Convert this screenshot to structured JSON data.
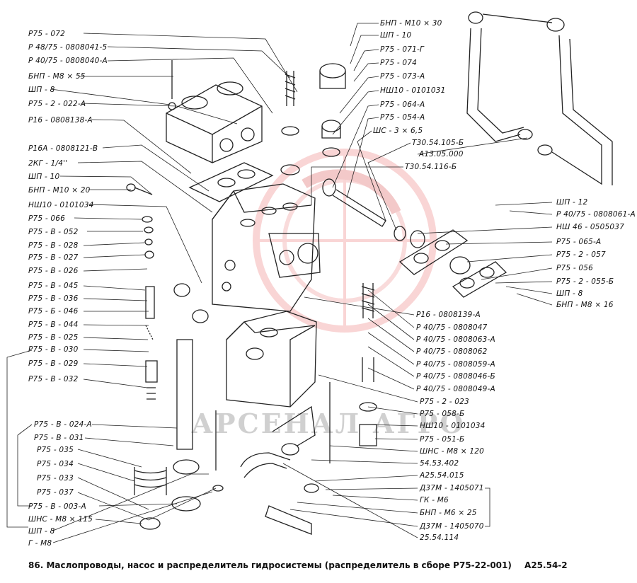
{
  "left_labels": [
    {
      "text": "Р75 - 072"
    },
    {
      "text": "Р 48/75 - 0808041-5"
    },
    {
      "text": "Р 40/75 - 0808040-А"
    },
    {
      "text": "БНП - М8 × 55"
    },
    {
      "text": "ШП - 8"
    },
    {
      "text": "Р75 - 2 - 022-А"
    },
    {
      "text": "Р16 - 0808138-А"
    },
    {
      "text": "Р16А - 0808121-В"
    },
    {
      "text": "2КГ - 1/4''"
    },
    {
      "text": "ШП - 10"
    },
    {
      "text": "БНП - М10 × 20"
    },
    {
      "text": "НШ10 - 0101034"
    },
    {
      "text": "Р75 - 066"
    },
    {
      "text": "Р75 - В - 052"
    },
    {
      "text": "Р75 - В - 028"
    },
    {
      "text": "Р75 - В - 027"
    },
    {
      "text": "Р75 - В - 026"
    },
    {
      "text": "Р75 - В - 045"
    },
    {
      "text": "Р75 - В - 036"
    },
    {
      "text": "Р75 - Б - 046"
    },
    {
      "text": "Р75 - В - 044"
    },
    {
      "text": "Р75 - В - 025"
    },
    {
      "text": "Р75 - В - 030"
    },
    {
      "text": "Р75 - В - 029"
    },
    {
      "text": "Р75 - В - 032"
    },
    {
      "text": "Р75 - В - 024-А"
    },
    {
      "text": "Р75 - В - 031"
    },
    {
      "text": "Р75 - 035"
    },
    {
      "text": "Р75 - 034"
    },
    {
      "text": "Р75 - 033"
    },
    {
      "text": "Р75 - 037"
    },
    {
      "text": "Р75 - В - 003-А"
    },
    {
      "text": "ШНС - М8 × 115"
    },
    {
      "text": "ШП - 8"
    },
    {
      "text": "Г - М8"
    }
  ],
  "right_labels": [
    {
      "text": "БНП - М10 × 30"
    },
    {
      "text": "ШП - 10"
    },
    {
      "text": "Р75 - 071-Г"
    },
    {
      "text": "Р75 - 074"
    },
    {
      "text": "Р75 - 073-А"
    },
    {
      "text": "НШ10 - 0101031"
    },
    {
      "text": "Р75 - 064-А"
    },
    {
      "text": "Р75 - 054-А"
    },
    {
      "text": "ШС - 3 × 6,5"
    },
    {
      "text": "Т30.54.105-Б"
    },
    {
      "text": "А13.05.000"
    },
    {
      "text": "Т30.54.116-Б"
    },
    {
      "text": "ШП - 12"
    },
    {
      "text": "Р 40/75 - 0808061-А"
    },
    {
      "text": "НШ 46 - 0505037"
    },
    {
      "text": "Р75 - 065-А"
    },
    {
      "text": "Р75 - 2 - 057"
    },
    {
      "text": "Р75 - 056"
    },
    {
      "text": "Р75 - 2 - 055-Б"
    },
    {
      "text": "ШП - 8"
    },
    {
      "text": "БНП - М8 × 16"
    },
    {
      "text": "Р16 - 0808139-А"
    },
    {
      "text": "Р 40/75 - 0808047"
    },
    {
      "text": "Р 40/75 - 0808063-А"
    },
    {
      "text": "Р 40/75 - 0808062"
    },
    {
      "text": "Р 40/75 - 0808059-А"
    },
    {
      "text": "Р 40/75 - 0808046-Б"
    },
    {
      "text": "Р 40/75 - 0808049-А"
    },
    {
      "text": "Р75 - 2 - 023"
    },
    {
      "text": "Р75 - 058-Б"
    },
    {
      "text": "НШ10 - 0101034"
    },
    {
      "text": "Р75 - 051-Б"
    },
    {
      "text": "ШНС - М8 × 120"
    },
    {
      "text": "54.53.402"
    },
    {
      "text": "А25.54.015"
    },
    {
      "text": "Д37М - 1405071"
    },
    {
      "text": "ГК - М6"
    },
    {
      "text": "БНП - М6 × 25"
    },
    {
      "text": "Д37М - 1405070"
    },
    {
      "text": "25.54.114"
    }
  ],
  "caption": {
    "number": "86.",
    "text": "Маслопроводы, насос и распределитель гидросистемы (распределитель в сборе Р75-22-001)",
    "code": "А25.54-2"
  },
  "watermark": "АРСЕНАЛ АГРО"
}
